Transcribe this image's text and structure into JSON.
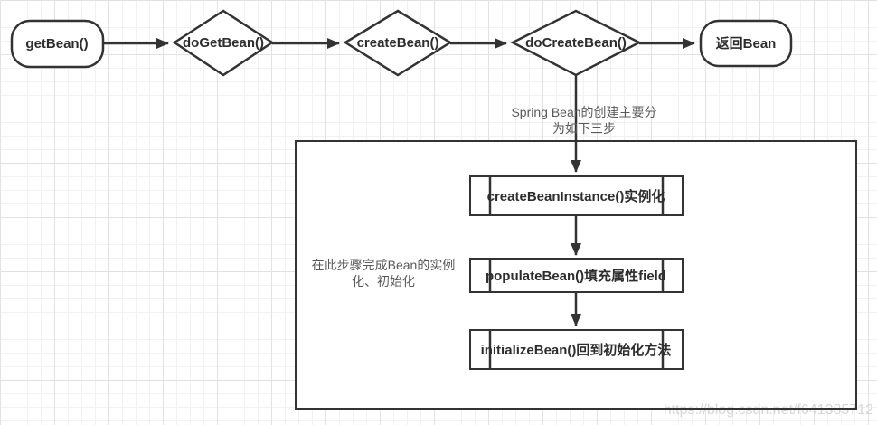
{
  "diagram": {
    "title_hint": "Spring Bean creation flowchart",
    "flow_nodes": [
      {
        "id": "get-bean",
        "type": "terminator",
        "label": "getBean()"
      },
      {
        "id": "do-get-bean",
        "type": "decision",
        "label": "doGetBean()"
      },
      {
        "id": "create-bean",
        "type": "decision",
        "label": "createBean()"
      },
      {
        "id": "do-create-bean",
        "type": "decision",
        "label": "doCreateBean()"
      },
      {
        "id": "return-bean",
        "type": "terminator",
        "label": "返回Bean"
      }
    ],
    "steps": [
      {
        "id": "create-bean-instance",
        "label": "createBeanInstance()实例化"
      },
      {
        "id": "populate-bean",
        "label": "populateBean()填充属性field"
      },
      {
        "id": "initialize-bean",
        "label": "initializeBean()回到初始化方法"
      }
    ],
    "annotations": {
      "spring_note_line1": "Spring Bean的创建主要分",
      "spring_note_line2": "为如下三步",
      "container_note_line1": "在此步骤完成Bean的实例",
      "container_note_line2": "化、初始化"
    },
    "watermark": "https://blog.csdn.net/f641385712",
    "colors": {
      "stroke": "#333333",
      "label_text": "#2d2d2d",
      "note_text": "#595959",
      "watermark_text": "#d6d6d6",
      "grid_minor": "#f1f1f1",
      "grid_major": "#e2e2e2",
      "shape_fill": "#ffffff"
    }
  }
}
